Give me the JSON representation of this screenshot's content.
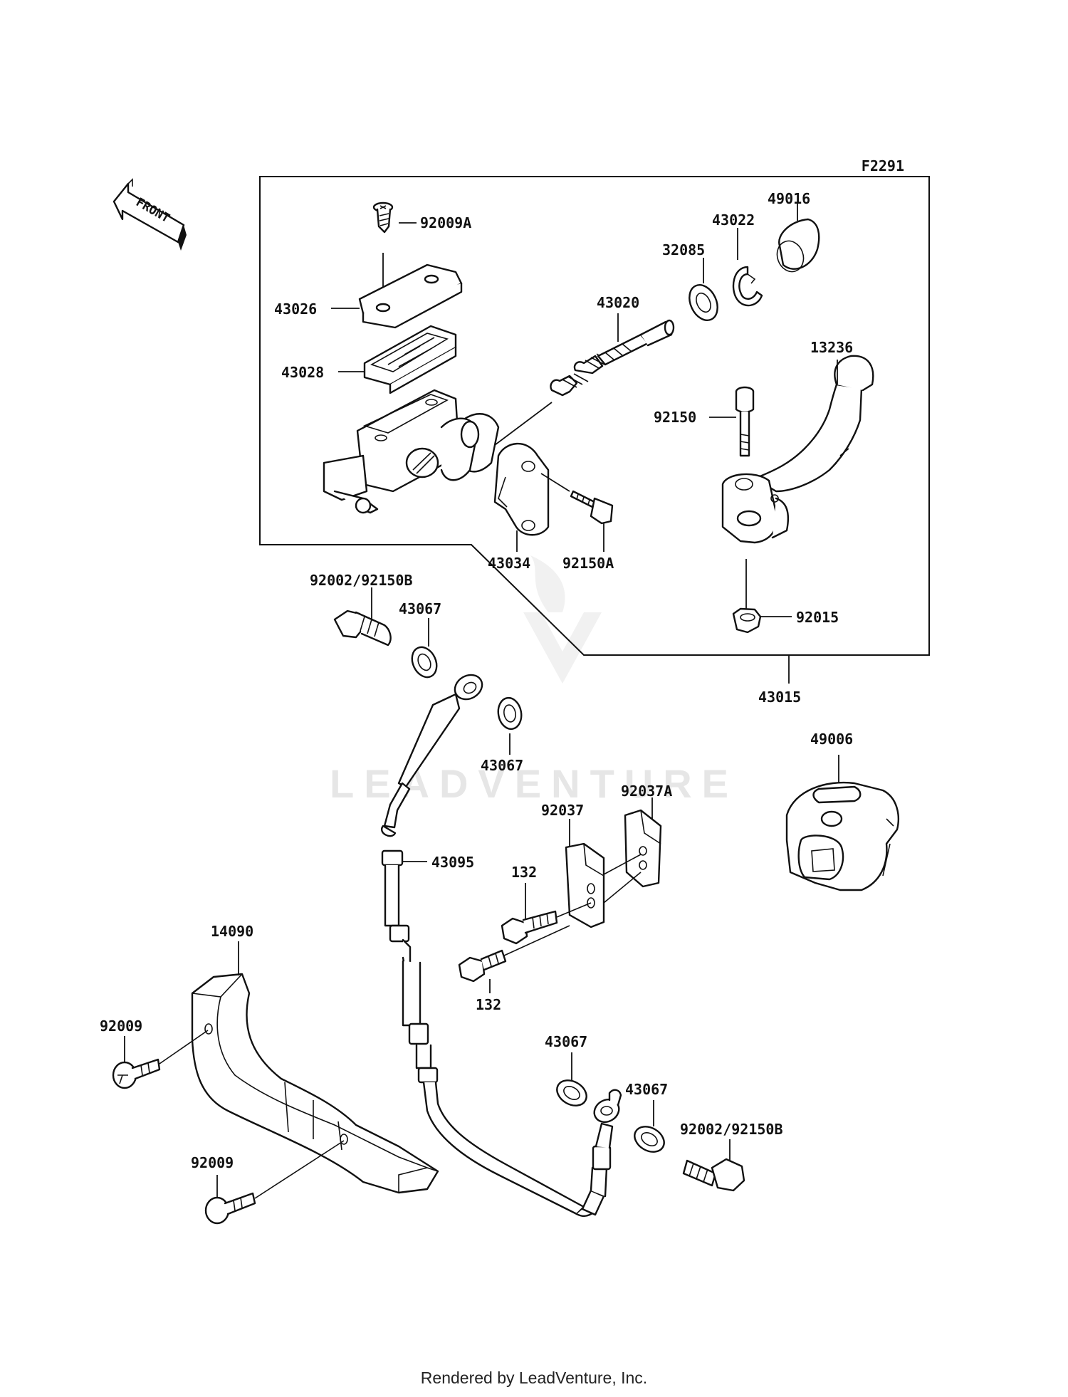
{
  "figure_code": "F2291",
  "front_label": "FRONT",
  "watermark": "LEADVENTURE",
  "credit": "Rendered by LeadVenture, Inc.",
  "parts": {
    "p92009A": "92009A",
    "p43026": "43026",
    "p43028": "43028",
    "p43020": "43020",
    "p32085": "32085",
    "p43022": "43022",
    "p49016": "49016",
    "p13236": "13236",
    "p92150": "92150",
    "p43034": "43034",
    "p92150A": "92150A",
    "p92015": "92015",
    "p43015": "43015",
    "p92002_top": "92002/92150B",
    "p43067_a": "43067",
    "p43067_b": "43067",
    "p49006": "49006",
    "p92037A": "92037A",
    "p92037": "92037",
    "p43095": "43095",
    "p132_a": "132",
    "p132_b": "132",
    "p14090": "14090",
    "p92009_a": "92009",
    "p92009_b": "92009",
    "p43067_c": "43067",
    "p43067_d": "43067",
    "p92002_bottom": "92002/92150B"
  }
}
